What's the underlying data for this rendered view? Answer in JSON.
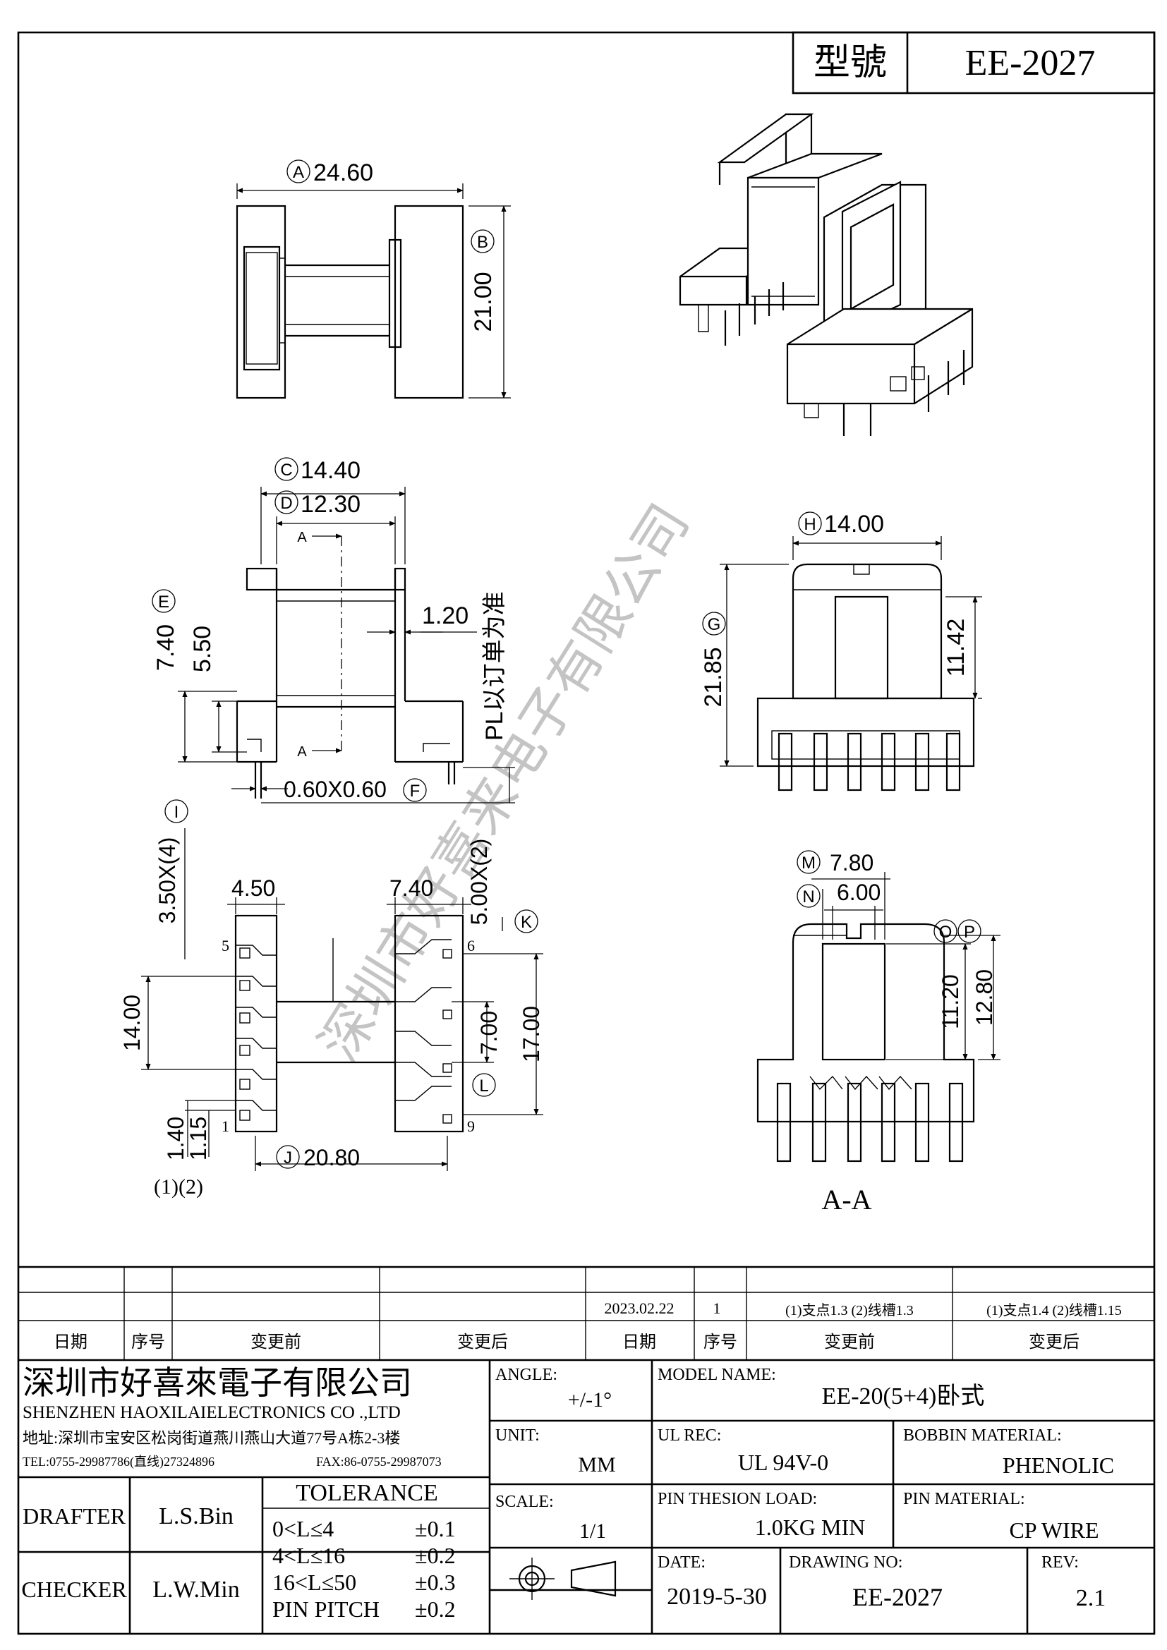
{
  "header": {
    "label_type": "型號",
    "model": "EE-2027"
  },
  "dims": {
    "A": "24.60",
    "B": "21.00",
    "C": "14.40",
    "D": "12.30",
    "E_outer": "7.40",
    "E_inner": "5.50",
    "slot": "1.20",
    "pl_note": "PL以订单为准",
    "F": "0.60X0.60",
    "H": "14.00",
    "G": "21.85",
    "H2": "11.42",
    "I": "3.50X(4)",
    "w450": "4.50",
    "w740": "7.40",
    "K": "5.00X(2)",
    "left_h": "14.00",
    "L": "7.00",
    "right_h": "17.00",
    "d140": "1.40",
    "d115": "1.15",
    "J": "20.80",
    "M": "7.80",
    "N": "6.00",
    "O": "11.20",
    "P": "12.80",
    "pin_refs": "(1)(2)",
    "pin5": "5",
    "pin1": "1",
    "pin6": "6",
    "pin9": "9",
    "section_mark": "A",
    "section_title": "A-A"
  },
  "circle_labels": [
    "A",
    "B",
    "C",
    "D",
    "E",
    "F",
    "G",
    "H",
    "I",
    "J",
    "K",
    "L",
    "M",
    "N",
    "O",
    "P"
  ],
  "watermark": "深圳市好喜来电子有限公司",
  "revision_table": {
    "headers": [
      "日期",
      "序号",
      "变更前",
      "变更后",
      "日期",
      "序号",
      "变更前",
      "变更后"
    ],
    "row": {
      "date": "2023.02.22",
      "no": "1",
      "before": "(1)支点1.3  (2)线槽1.3",
      "after": "(1)支点1.4  (2)线槽1.15"
    }
  },
  "company": {
    "name_cn": "深圳市好喜來電子有限公司",
    "name_en": "SHENZHEN HAOXILAIELECTRONICS CO .,LTD",
    "address": "地址:深圳市宝安区松岗街道燕川燕山大道77号A栋2-3楼",
    "tel": "TEL:0755-29987786(直线)27324896",
    "fax": "FAX:86-0755-29987073"
  },
  "title_block": {
    "angle_label": "ANGLE:",
    "angle": "+/-1°",
    "model_label": "MODEL NAME:",
    "model_name": "EE-20(5+4)卧式",
    "unit_label": "UNIT:",
    "unit": "MM",
    "ul_label": "UL REC:",
    "ul": "UL 94V-0",
    "bobbin_label": "BOBBIN MATERIAL:",
    "bobbin": "PHENOLIC",
    "scale_label": "SCALE:",
    "scale": "1/1",
    "load_label": "PIN THESION LOAD:",
    "load": "1.0KG MIN",
    "pinmat_label": "PIN MATERIAL:",
    "pinmat": "CP  WIRE",
    "date_label": "DATE:",
    "date": "2019-5-30",
    "drawno_label": "DRAWING NO:",
    "drawno": "EE-2027",
    "rev_label": "REV:",
    "rev": "2.1",
    "drafter_label": "DRAFTER",
    "drafter": "L.S.Bin",
    "checker_label": "CHECKER",
    "checker": "L.W.Min",
    "tolerance_title": "TOLERANCE",
    "tolerances": [
      {
        "range": "0<L≤4",
        "tol": "±0.1"
      },
      {
        "range": "4<L≤16",
        "tol": "±0.2"
      },
      {
        "range": "16<L≤50",
        "tol": "±0.3"
      },
      {
        "range": "PIN PITCH",
        "tol": "±0.2"
      }
    ]
  }
}
